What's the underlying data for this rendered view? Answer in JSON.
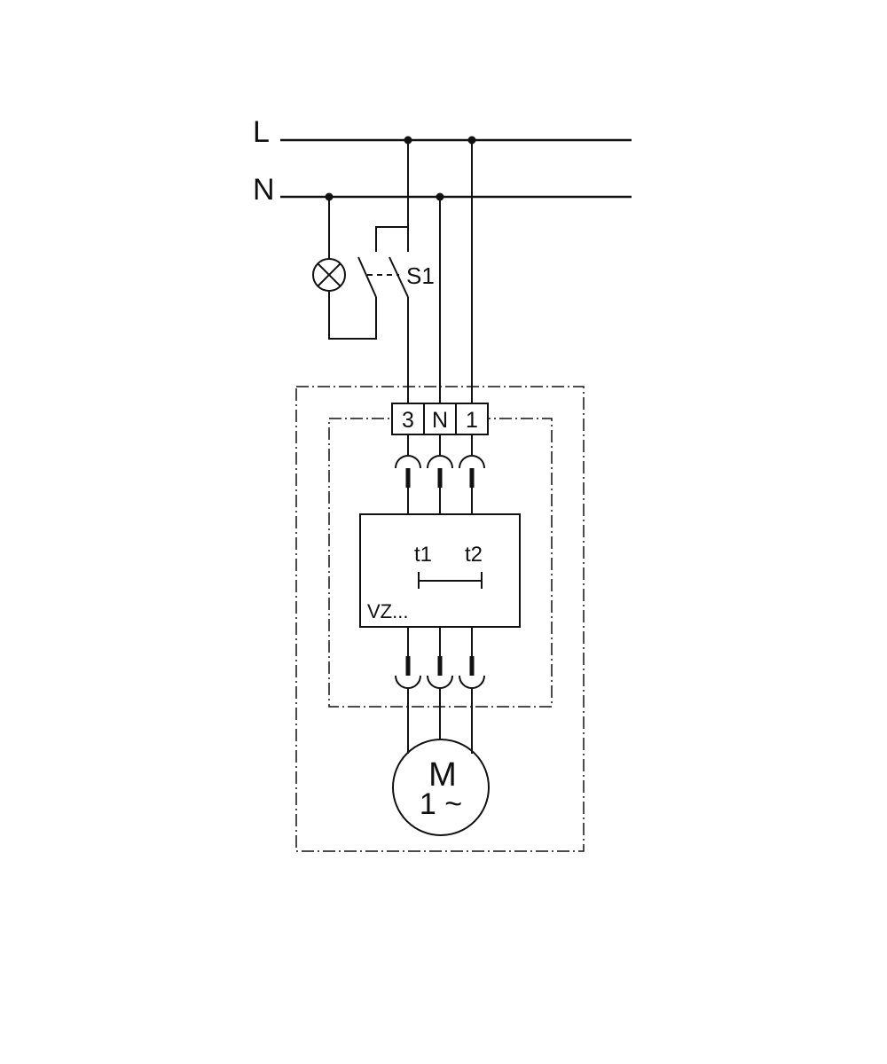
{
  "diagram": {
    "rails": {
      "line": "L",
      "neutral": "N"
    },
    "switch_label": "S1",
    "terminals": [
      "3",
      "N",
      "1"
    ],
    "module": {
      "t1": "t1",
      "t2": "t2",
      "label": "VZ..."
    },
    "motor": {
      "symbol": "M",
      "phase": "1 ~"
    }
  }
}
